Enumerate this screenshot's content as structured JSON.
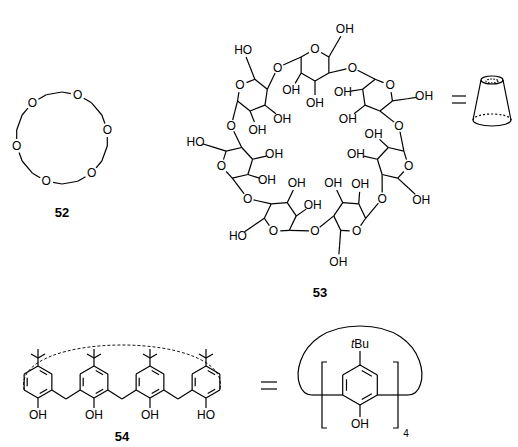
{
  "diagram": {
    "labels": [
      "52",
      "O",
      "O",
      "O",
      "O",
      "O",
      "O",
      "O",
      "OH",
      "OH",
      "OH",
      "O",
      "O",
      "OH",
      "OH",
      "OH",
      "O",
      "O",
      "OH",
      "OH",
      "OH",
      "O",
      "O",
      "OH",
      "OH",
      "OH",
      "O",
      "O",
      "OH",
      "OH",
      "HO",
      "O",
      "O",
      "OH",
      "OH",
      "HO",
      "O",
      "O",
      "OH",
      "OH",
      "HO",
      "O",
      "53",
      "OH",
      "OH",
      "OH",
      "HO",
      "54",
      "tBu",
      "OH",
      "4"
    ]
  }
}
